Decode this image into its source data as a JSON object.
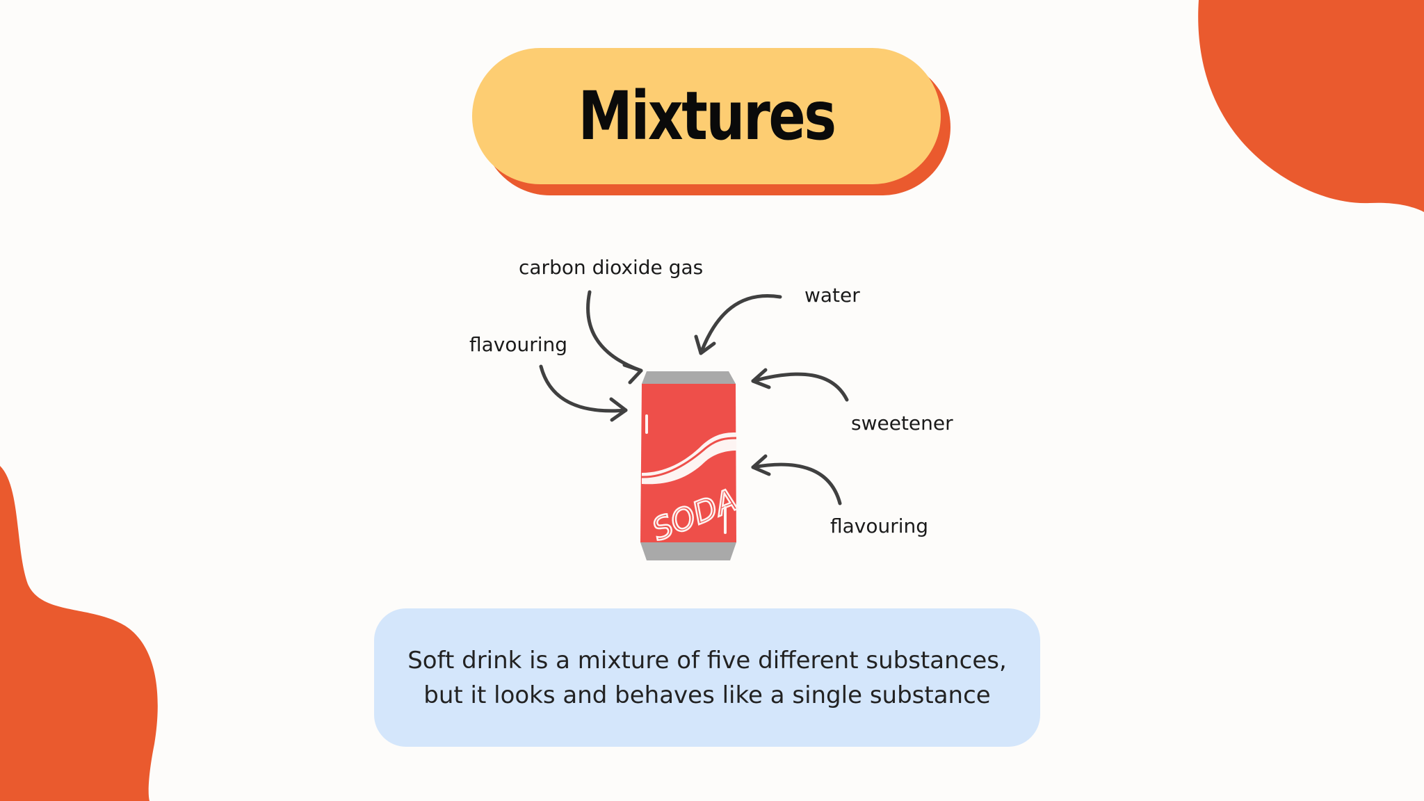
{
  "slide": {
    "title": "Mixtures",
    "labels": {
      "carbon_dioxide": "carbon dioxide gas",
      "water": "water",
      "flavouring_left": "flavouring",
      "sweetener": "sweetener",
      "flavouring_right": "flavouring"
    },
    "can_text": "SODA",
    "caption": {
      "line1": "Soft drink is a mixture of five different substances,",
      "line2": "but it looks and behaves like a single substance"
    }
  },
  "colors": {
    "accent_orange": "#ea5a2e",
    "title_yellow": "#fdcd72",
    "caption_blue": "#d4e6fb",
    "can_red": "#ee4f4a",
    "can_rim_grey": "#a9a9a9",
    "background": "#fdfcfa"
  },
  "icons": {
    "can": "soda-can-icon",
    "arrows": "curved-arrow-icon"
  }
}
